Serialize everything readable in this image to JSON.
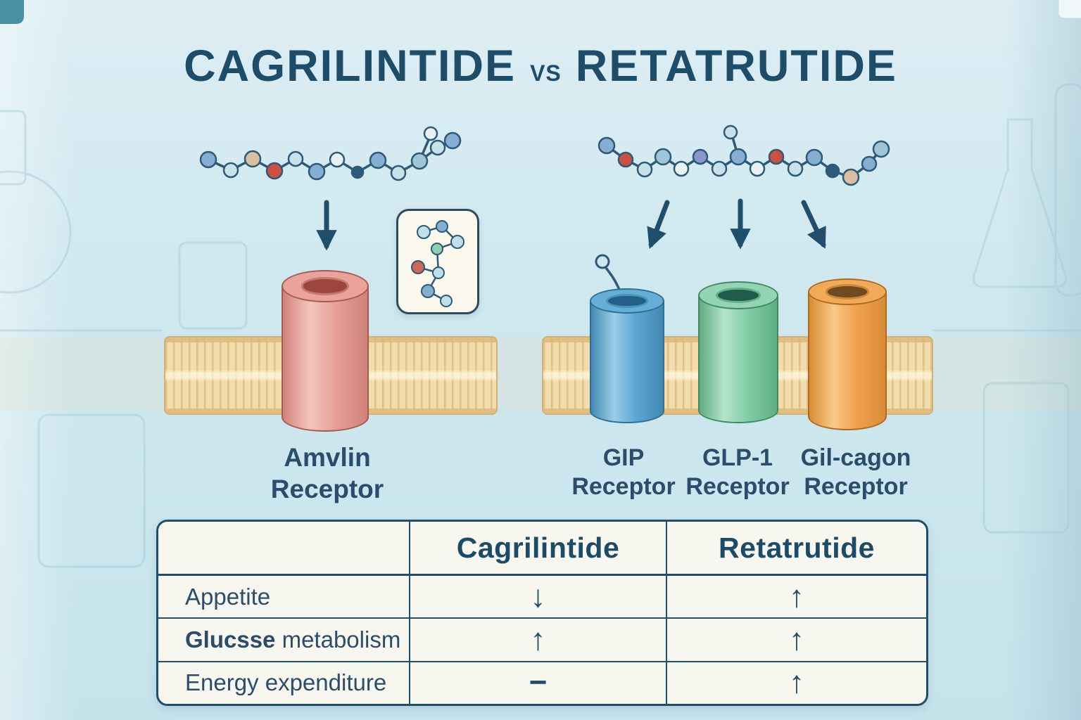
{
  "title": {
    "drug_left": "CAGRILINTIDE",
    "separator": "vs",
    "drug_right": "RETATRUTIDE"
  },
  "left_panel": {
    "receptor": {
      "name_line1": "Amvlin",
      "name_line2": "Receptor",
      "color": "#e6a098"
    }
  },
  "right_panel": {
    "receptors": [
      {
        "name_line1": "GIP",
        "name_line2": "Receptor",
        "color": "#5ba7d2"
      },
      {
        "name_line1": "GLP-1",
        "name_line2": "Receptor",
        "color": "#83cda6"
      },
      {
        "name_line1": "Gil-cagon",
        "name_line2": "Receptor",
        "color": "#f0a14e"
      }
    ]
  },
  "comparison_table": {
    "col_headers": [
      "Cagrilintide",
      "Retatrutide"
    ],
    "rows": [
      {
        "label_bold": "",
        "label": "Appetite",
        "cagrilintide": "↓",
        "retatrutide": "↑"
      },
      {
        "label_bold": "Glucsse",
        "label": " metabolism",
        "cagrilintide": "↑",
        "retatrutide": "↑"
      },
      {
        "label_bold": "",
        "label": "Energy expenditure",
        "cagrilintide": "−",
        "retatrutide": "↑"
      }
    ]
  },
  "colors": {
    "accent": "#1f4f6a",
    "title_text": "#1d4d68",
    "membrane": "#f3dcab",
    "background": "#cfe8ef",
    "table_background": "#f8f7ef"
  }
}
